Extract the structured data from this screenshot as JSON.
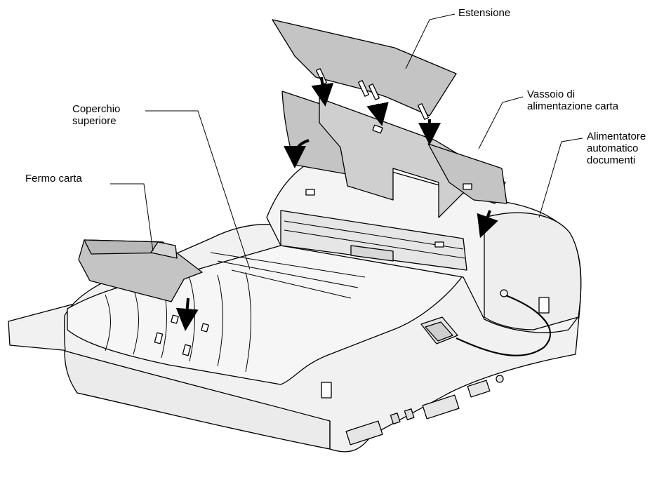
{
  "labels": {
    "estensione": [
      "Estensione"
    ],
    "vassoio": [
      "Vassoio di",
      "alimentazione carta"
    ],
    "coperchio": [
      "Coperchio",
      "superiore"
    ],
    "alimentatore": [
      "Alimentatore",
      "automatico",
      "documenti"
    ],
    "fermo": [
      "Fermo carta"
    ]
  },
  "colors": {
    "body_fill": "#f1f1f1",
    "part_fill": "#c4c4c4",
    "outline": "#000000"
  }
}
